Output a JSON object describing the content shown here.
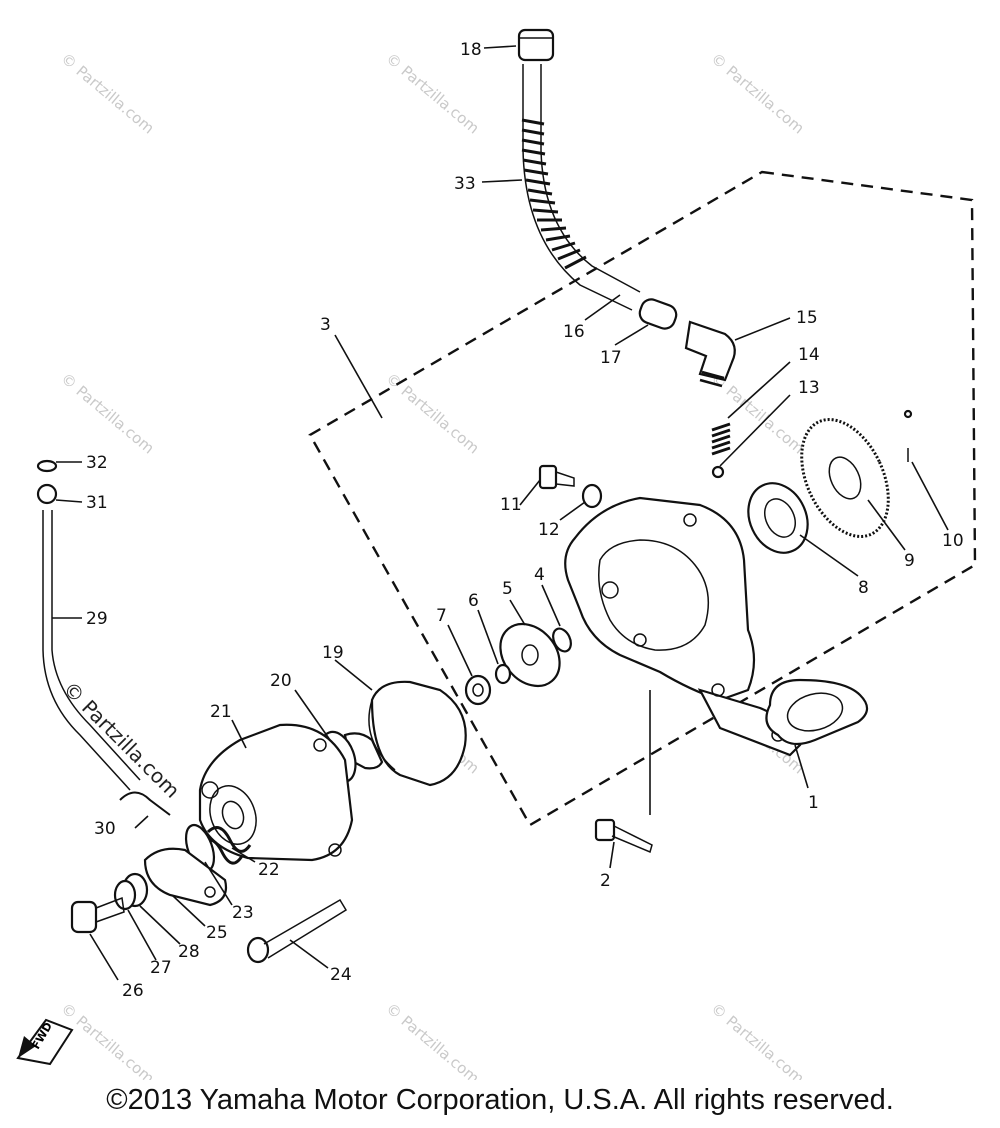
{
  "watermark": "© Partzilla.com",
  "fwd_label": "FWD",
  "copyright": "©2013 Yamaha Motor Corporation, U.S.A. All rights reserved.",
  "callouts": [
    "1",
    "2",
    "3",
    "4",
    "5",
    "6",
    "7",
    "8",
    "9",
    "10",
    "11",
    "12",
    "13",
    "14",
    "15",
    "16",
    "17",
    "18",
    "19",
    "20",
    "21",
    "22",
    "23",
    "24",
    "25",
    "26",
    "27",
    "28",
    "29",
    "30",
    "31",
    "32",
    "33"
  ]
}
